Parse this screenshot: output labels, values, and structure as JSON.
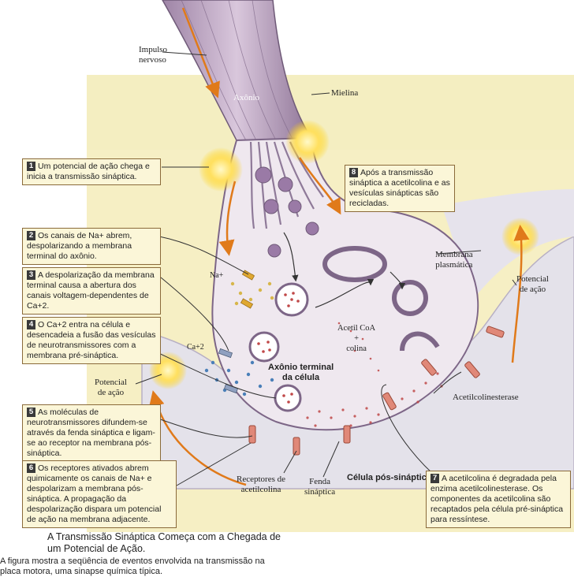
{
  "labels": {
    "impulse": "Impulso\nnervoso",
    "axon": "Axônio",
    "myelin": "Mielina",
    "membrane": "Membrana\nplasmática",
    "potential_right": "Potencial\nde ação",
    "potential_left": "Potencial\nde ação",
    "na": "Na+",
    "ca": "Ca+2",
    "acetyl": "Acetil CoA\n+\ncolina",
    "terminal": "Axônio terminal\nda célula",
    "acetylcholinesterase": "Acetilcolinesterase",
    "receptors": "Receptores de\nacetilcolina",
    "cleft": "Fenda\nsináptica",
    "postsynaptic": "Célula pós-sináptica"
  },
  "steps": [
    {
      "n": "1",
      "text": "Um potencial de ação chega e inicia a transmissão sináptica."
    },
    {
      "n": "2",
      "text": "Os canais de Na+ abrem, despolarizando a membrana terminal do axônio."
    },
    {
      "n": "3",
      "text": "A despolarização da membrana terminal causa a abertura dos canais voltagem-dependentes de Ca+2."
    },
    {
      "n": "4",
      "text": "O Ca+2 entra na célula e desencadeia a fusão das vesículas de neurotransmissores com a membrana pré-sináptica."
    },
    {
      "n": "5",
      "text": "As moléculas de neurotransmissores difundem-se através da fenda sináptica e ligam-se ao receptor na membrana pós-sináptica."
    },
    {
      "n": "6",
      "text": "Os receptores ativados abrem quimicamente os canais de Na+ e despolarizam a membrana pós-sináptica. A propagação da despolarização dispara um potencial de ação na membrana adjacente."
    },
    {
      "n": "7",
      "text": "A acetilcolina é degradada pela enzima acetilcolinesterase. Os componentes da acetilcolina são recaptados pela célula pré-sináptica para ressíntese."
    },
    {
      "n": "8",
      "text": "Após a transmissão sináptica a acetilcolina e as vesículas sinápticas são recicladas."
    }
  ],
  "caption": {
    "title": "A Transmissão Sináptica Começa com a Chegada de um Potencial de Ação.",
    "body": "A figura mostra a seqüência de eventos envolvida na transmissão na placa motora, uma sinapse química típica."
  },
  "colors": {
    "axon": "#b9a2c0",
    "terminal": "#efe8ef",
    "postsynaptic": "#e4e2ea",
    "background": "#f6efc4",
    "arrow": "#e07a1a",
    "vesicle": "#d98c8c"
  }
}
